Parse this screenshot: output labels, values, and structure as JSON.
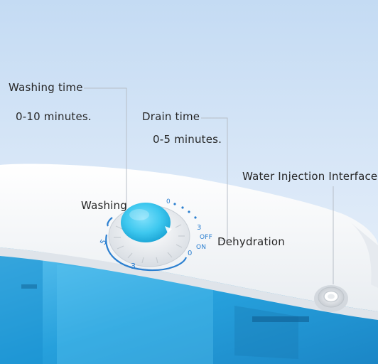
{
  "labels": {
    "washing_time_title": "Washing time",
    "washing_time_range": "0-10 minutes.",
    "drain_time_title": "Drain time",
    "drain_time_range": "0-5 minutes.",
    "water_injection": "Water Injection Interface",
    "washing": "Washing",
    "dehydration": "Dehydration"
  },
  "dial_marks": {
    "wash_left_5": "5",
    "wash_bottom_3": "3",
    "wash_top_0": "0",
    "spin_3": "3",
    "spin_off": "OFF",
    "spin_on": "ON",
    "spin_0": "0"
  },
  "colors": {
    "sky_top": "#c9def4",
    "sky_bottom": "#eaf2fb",
    "lid_white": "#f4f6f8",
    "tub_blue": "#2fa6de",
    "knob_cyan": "#3cc7ef",
    "scale_blue": "#2b7fd0"
  }
}
